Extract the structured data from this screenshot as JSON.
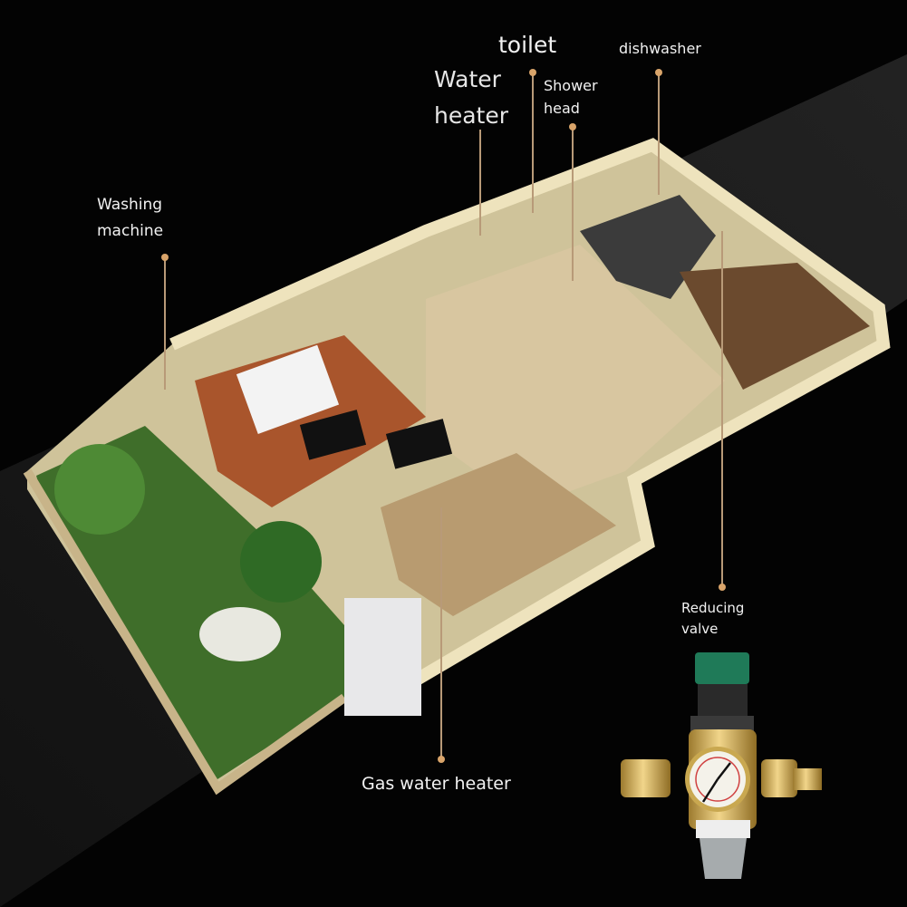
{
  "labels": {
    "toilet": "toilet",
    "dishwasher": "dishwasher",
    "water_heater": [
      "Water",
      "heater"
    ],
    "shower_head": [
      "Shower",
      "head"
    ],
    "washing_machine": [
      "Washing",
      "machine"
    ],
    "reducing_valve": [
      "Reducing",
      "valve"
    ],
    "gas_water_heater": "Gas water heater"
  },
  "colors": {
    "background": "#030303",
    "leader_line": "#b89a78",
    "leader_dot": "#d9a46a",
    "wall": "#e9dfb8",
    "wood_floor": "#a9552c",
    "marble_floor": "#d8c6a0",
    "valve_brass": "#d7b25a",
    "valve_cap": "#1f7a58"
  }
}
